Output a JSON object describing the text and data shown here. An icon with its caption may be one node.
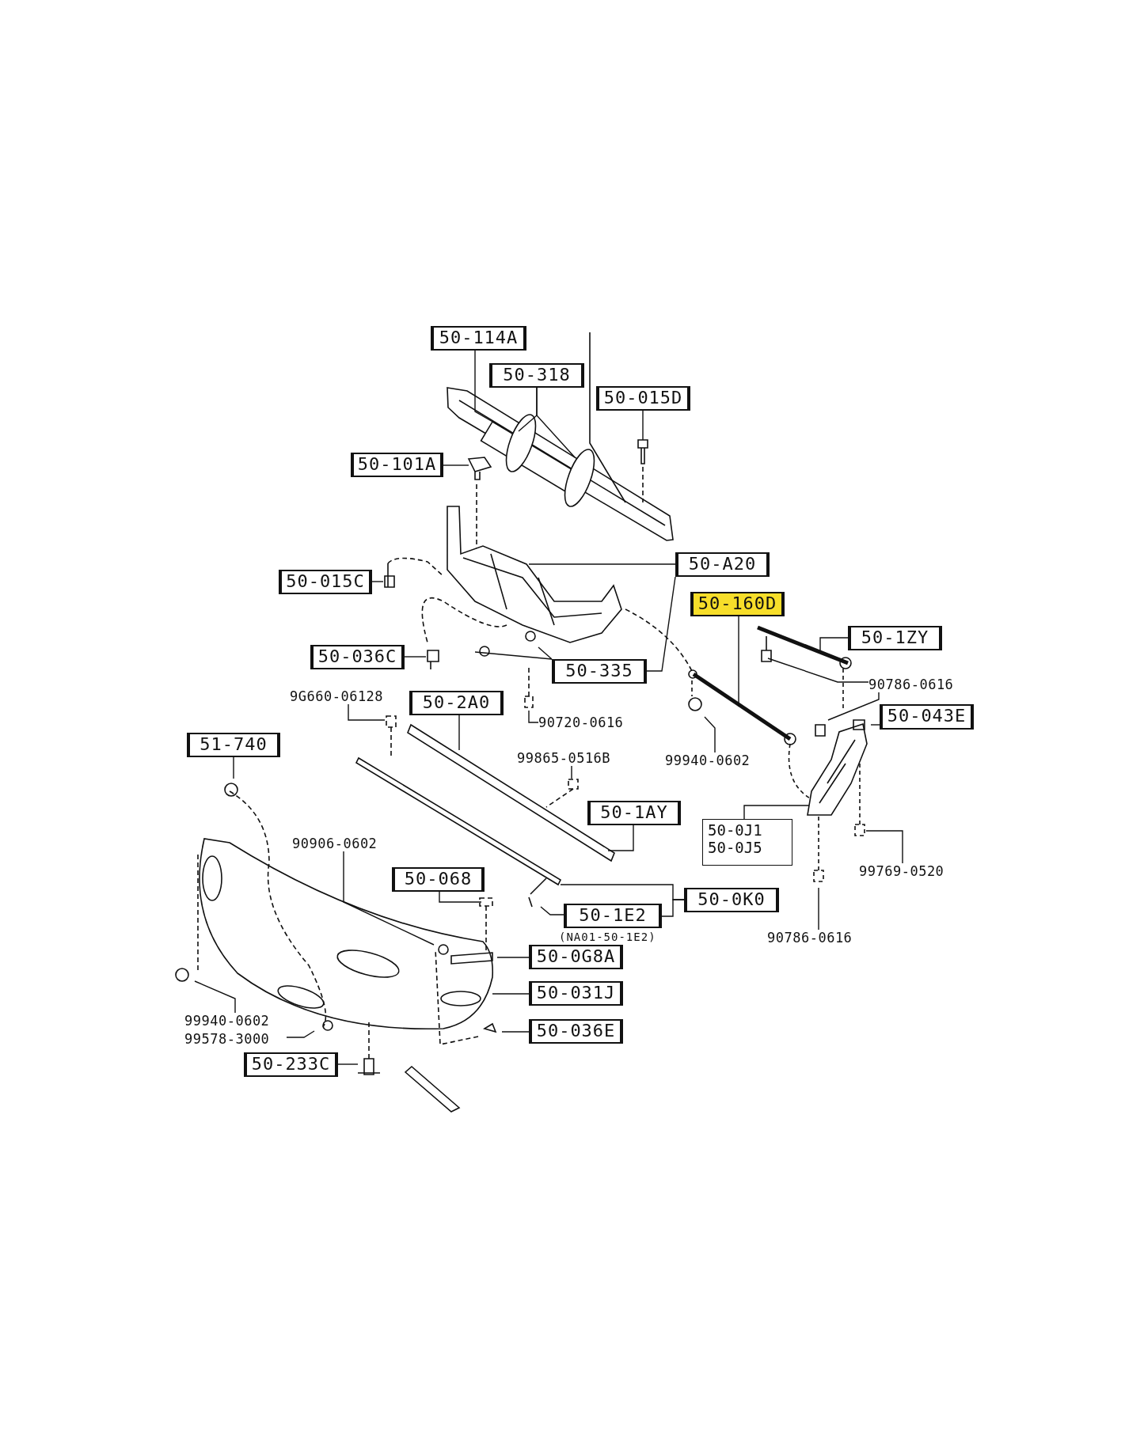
{
  "diagram": {
    "nodes": [
      {
        "text": [
          "50-114A"
        ]
      },
      {
        "text": [
          "50-318"
        ]
      },
      {
        "text": [
          "50-015D"
        ]
      },
      {
        "text": [
          "50-101A"
        ]
      },
      {
        "text": [
          "50-A20"
        ]
      },
      {
        "text": [
          "50-015C"
        ]
      },
      {
        "text": [
          "50-160D"
        ]
      },
      {
        "text": [
          "50-1ZY"
        ]
      },
      {
        "text": [
          "50-036C"
        ]
      },
      {
        "text": [
          "50-335"
        ]
      },
      {
        "text": [
          "90786-0616"
        ]
      },
      {
        "text": [
          "9G660-06128"
        ]
      },
      {
        "text": [
          "50-2A0"
        ]
      },
      {
        "text": [
          "90720-0616"
        ]
      },
      {
        "text": [
          "50-043E"
        ]
      },
      {
        "text": [
          "51-740"
        ]
      },
      {
        "text": [
          "99865-0516B"
        ]
      },
      {
        "text": [
          "99940-0602"
        ]
      },
      {
        "text": [
          "50-1AY"
        ]
      },
      {
        "text": [
          "50-0J1",
          "50-0J5"
        ]
      },
      {
        "text": [
          "90906-0602"
        ]
      },
      {
        "text": [
          "99769-0520"
        ]
      },
      {
        "text": [
          "50-068"
        ]
      },
      {
        "text": [
          "50-1E2"
        ],
        "beside": [
          "(NA01-50-1E2)"
        ]
      },
      {
        "text": [
          "50-0K0"
        ]
      },
      {
        "text": [
          "90786-0616"
        ]
      },
      {
        "text": [
          "50-0G8A"
        ]
      },
      {
        "text": [
          "50-031J"
        ]
      },
      {
        "text": [
          "99940-0602"
        ]
      },
      {
        "text": [
          "99578-3000"
        ]
      },
      {
        "text": [
          "50-036E"
        ]
      },
      {
        "text": [
          "50-233C"
        ]
      }
    ],
    "edges": [
      {
        "from": 0,
        "to": null,
        "arrow": "none"
      },
      {
        "from": 1,
        "to": null,
        "arrow": "none"
      },
      {
        "from": 1,
        "to": null,
        "arrow": "none"
      },
      {
        "from": 2,
        "to": null,
        "arrow": "none"
      },
      {
        "from": 3,
        "to": null,
        "arrow": "none"
      },
      {
        "from": 4,
        "to": null,
        "arrow": "none"
      },
      {
        "from": 4,
        "to": 9,
        "arrow": "none"
      },
      {
        "from": 5,
        "to": null,
        "arrow": "none"
      },
      {
        "from": 6,
        "to": null,
        "arrow": "none"
      },
      {
        "from": 7,
        "to": null,
        "arrow": "none"
      },
      {
        "from": 8,
        "to": null,
        "arrow": "none"
      },
      {
        "from": 9,
        "to": null,
        "arrow": "none"
      },
      {
        "from": 9,
        "to": null,
        "arrow": "none"
      },
      {
        "from": 10,
        "to": null,
        "arrow": "none"
      },
      {
        "from": 10,
        "to": null,
        "arrow": "none"
      },
      {
        "from": 11,
        "to": null,
        "arrow": "none"
      },
      {
        "from": 12,
        "to": null,
        "arrow": "none"
      },
      {
        "from": 13,
        "to": null,
        "arrow": "none"
      },
      {
        "from": 14,
        "to": null,
        "arrow": "none"
      },
      {
        "from": 15,
        "to": null,
        "arrow": "none"
      },
      {
        "from": 16,
        "to": null,
        "arrow": "none"
      },
      {
        "from": 17,
        "to": null,
        "arrow": "none"
      },
      {
        "from": 18,
        "to": null,
        "arrow": "none"
      },
      {
        "from": 19,
        "to": null,
        "arrow": "none"
      },
      {
        "from": 20,
        "to": null,
        "arrow": "none"
      },
      {
        "from": 21,
        "to": null,
        "arrow": "none"
      },
      {
        "from": 22,
        "to": null,
        "arrow": "none"
      },
      {
        "from": 23,
        "to": null,
        "arrow": "none"
      },
      {
        "from": 24,
        "to": null,
        "arrow": "none"
      },
      {
        "from": 24,
        "to": 23,
        "arrow": "none"
      },
      {
        "from": 25,
        "to": null,
        "arrow": "none"
      },
      {
        "from": 26,
        "to": null,
        "arrow": "none"
      },
      {
        "from": 27,
        "to": null,
        "arrow": "none"
      },
      {
        "from": 28,
        "to": null,
        "arrow": "none"
      },
      {
        "from": 29,
        "to": null,
        "arrow": "none"
      },
      {
        "from": 30,
        "to": null,
        "arrow": "none"
      },
      {
        "from": 31,
        "to": null,
        "arrow": "none"
      }
    ]
  }
}
